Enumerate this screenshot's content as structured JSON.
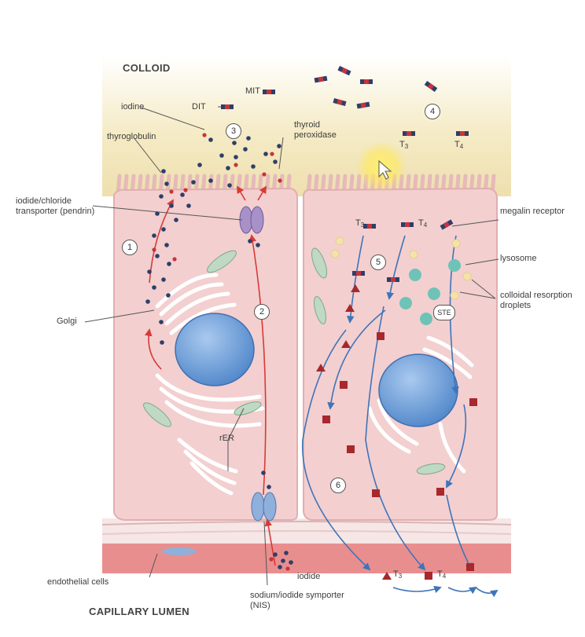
{
  "regions": {
    "colloid": "COLLOID",
    "capillary_lumen": "CAPILLARY LUMEN"
  },
  "labels": {
    "iodine": "iodine",
    "thyroglobulin": "thyroglobulin",
    "dit": "DIT",
    "mit": "MIT",
    "thyroid_peroxidase": "thyroid peroxidase",
    "iodide_chloride_transporter": "iodide/chloride transporter (pendrin)",
    "golgi": "Golgi",
    "rer": "rER",
    "megalin_receptor": "megalin receptor",
    "lysosome": "lysosome",
    "colloidal_resorption_droplets": "colloidal resorption droplets",
    "endothelial_cells": "endothelial cells",
    "iodide": "iodide",
    "nis": "sodium/iodide symporter (NIS)",
    "t3": "T",
    "t3_sub": "3",
    "t4": "T",
    "t4_sub": "4"
  },
  "steps": {
    "s1": "1",
    "s2": "2",
    "s3": "3",
    "s4": "4",
    "s5": "5",
    "s6": "6",
    "ste": "STE"
  },
  "colors": {
    "colloid": "#f3e7bd",
    "cell": "#f3cfd0",
    "cell_border": "#e2aeb0",
    "nucleus": "#6f9ed6",
    "capillary": "#e98e8f",
    "red_arrow": "#d73b35",
    "blue_arrow": "#3f74b8",
    "thyroglobulin_dot": "#2d3f68",
    "iodine_dot": "#c8343a",
    "lysosome": "#6fc3b6",
    "droplet": "#f3e2ac",
    "er": "#ffffff",
    "hormone": "#a7282d"
  }
}
